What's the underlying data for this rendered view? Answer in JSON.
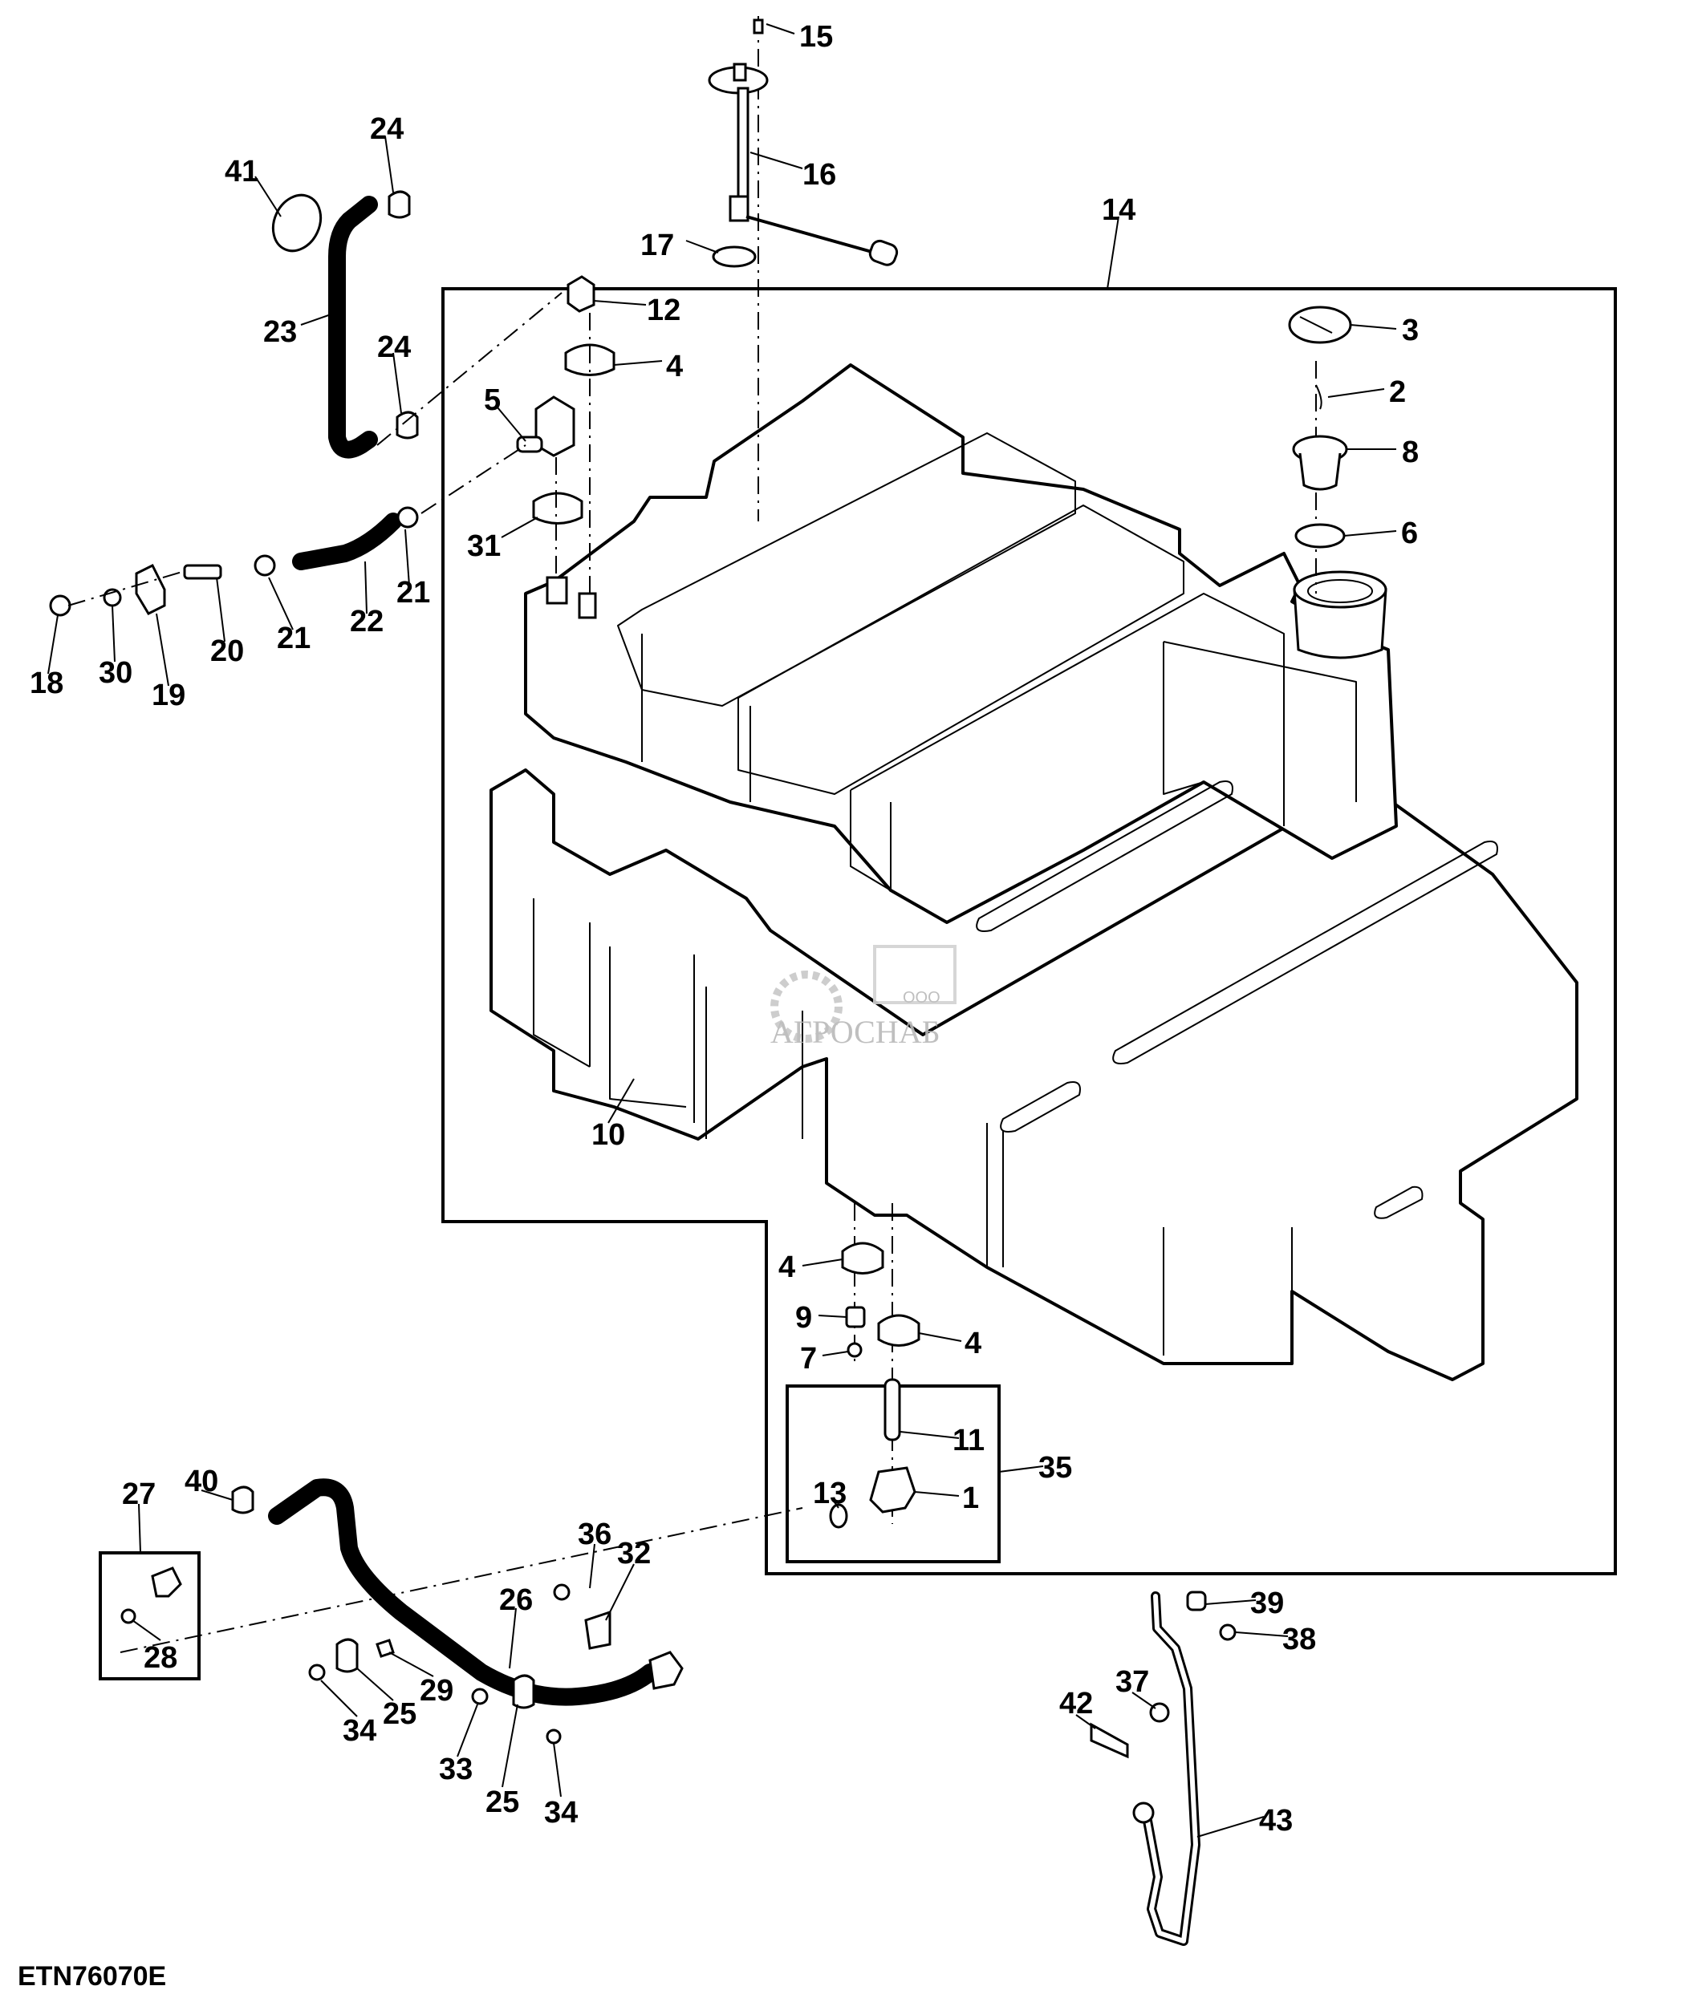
{
  "figure_id": "ETN76070E",
  "watermark": {
    "prefix": "ООО",
    "name": "АГРОСНАБ"
  },
  "labels": {
    "p1": "1",
    "p2": "2",
    "p3": "3",
    "p4a": "4",
    "p4b": "4",
    "p4c": "4",
    "p5": "5",
    "p6": "6",
    "p7": "7",
    "p8": "8",
    "p9": "9",
    "p10": "10",
    "p11": "11",
    "p12": "12",
    "p13": "13",
    "p14": "14",
    "p15": "15",
    "p16": "16",
    "p17": "17",
    "p18": "18",
    "p19": "19",
    "p20": "20",
    "p21a": "21",
    "p21b": "21",
    "p22": "22",
    "p23": "23",
    "p24a": "24",
    "p24b": "24",
    "p25a": "25",
    "p25b": "25",
    "p26": "26",
    "p27": "27",
    "p28": "28",
    "p29": "29",
    "p30": "30",
    "p31": "31",
    "p32": "32",
    "p33": "33",
    "p34a": "34",
    "p34b": "34",
    "p35": "35",
    "p36": "36",
    "p37": "37",
    "p38": "38",
    "p39": "39",
    "p40": "40",
    "p41": "41",
    "p42": "42",
    "p43": "43"
  }
}
